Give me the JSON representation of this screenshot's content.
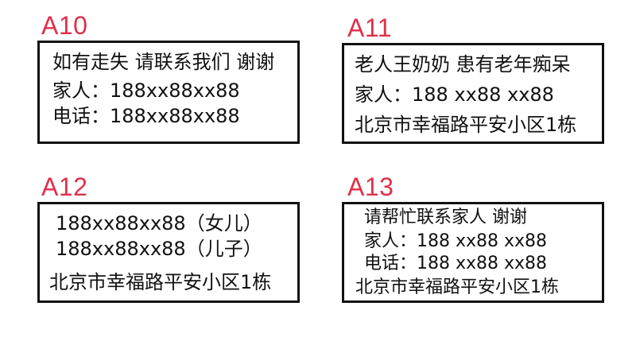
{
  "labels": [
    {
      "code": "A10",
      "lines": [
        "如有走失 请联系我们 谢谢",
        "家人：188xx88xx88",
        "电话：188xx88xx88"
      ]
    },
    {
      "code": "A11",
      "lines": [
        "老人王奶奶 患有老年痴呆",
        "家人：188 xx88 xx88",
        "北京市幸福路平安小区1栋"
      ]
    },
    {
      "code": "A12",
      "lines": [
        "188xx88xx88（女儿）",
        "188xx88xx88（儿子）",
        "北京市幸福路平安小区1栋"
      ]
    },
    {
      "code": "A13",
      "lines": [
        "请帮忙联系家人  谢谢",
        "家人：188 xx88 xx88",
        "电话：188 xx88 xx88",
        "北京市幸福路平安小区1栋"
      ]
    }
  ],
  "colors": {
    "code": "#e0304a",
    "border": "#111111",
    "text": "#111111"
  }
}
